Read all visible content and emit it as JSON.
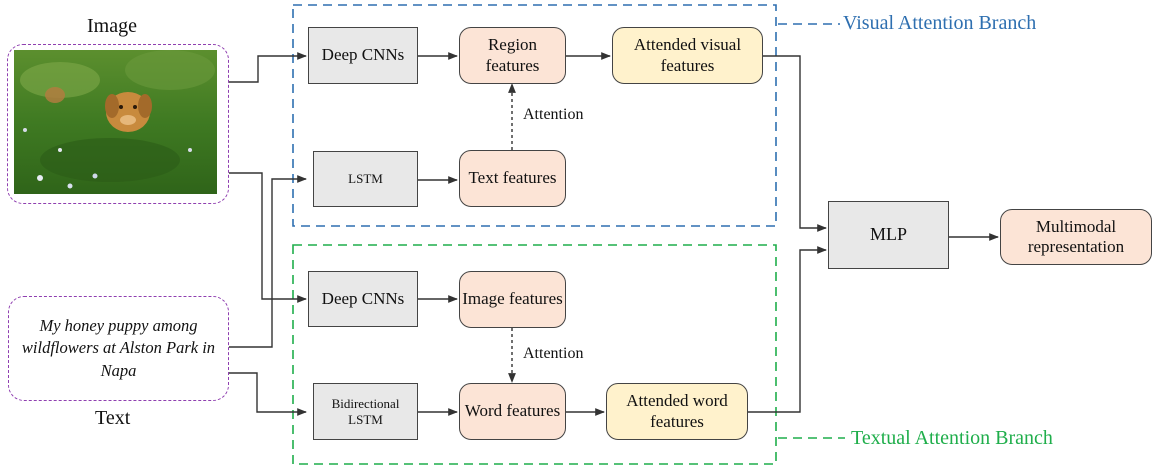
{
  "inputs": {
    "image_label": "Image",
    "text_label": "Text",
    "caption": "My honey puppy among wildflowers at Alston Park in Napa"
  },
  "visual_branch": {
    "title": "Visual Attention Branch",
    "color": "#2e6fb0",
    "cnn": "Deep CNNs",
    "region_features": "Region features",
    "attended_visual": "Attended visual features",
    "lstm": "LSTM",
    "text_features": "Text features",
    "attention": "Attention"
  },
  "textual_branch": {
    "title": "Textual Attention Branch",
    "color": "#1fae4b",
    "cnn": "Deep CNNs",
    "image_features": "Image features",
    "attention": "Attention",
    "bilstm": "Bidirectional LSTM",
    "word_features": "Word features",
    "attended_word": "Attended word features"
  },
  "fusion": {
    "mlp": "MLP",
    "output": "Multimodal representation"
  },
  "colors": {
    "gray_box": "#e8e8e8",
    "peach_box": "#fce4d6",
    "yellow_box": "#fff2cc",
    "input_border": "#8f3fb0",
    "arrow": "#333333"
  }
}
